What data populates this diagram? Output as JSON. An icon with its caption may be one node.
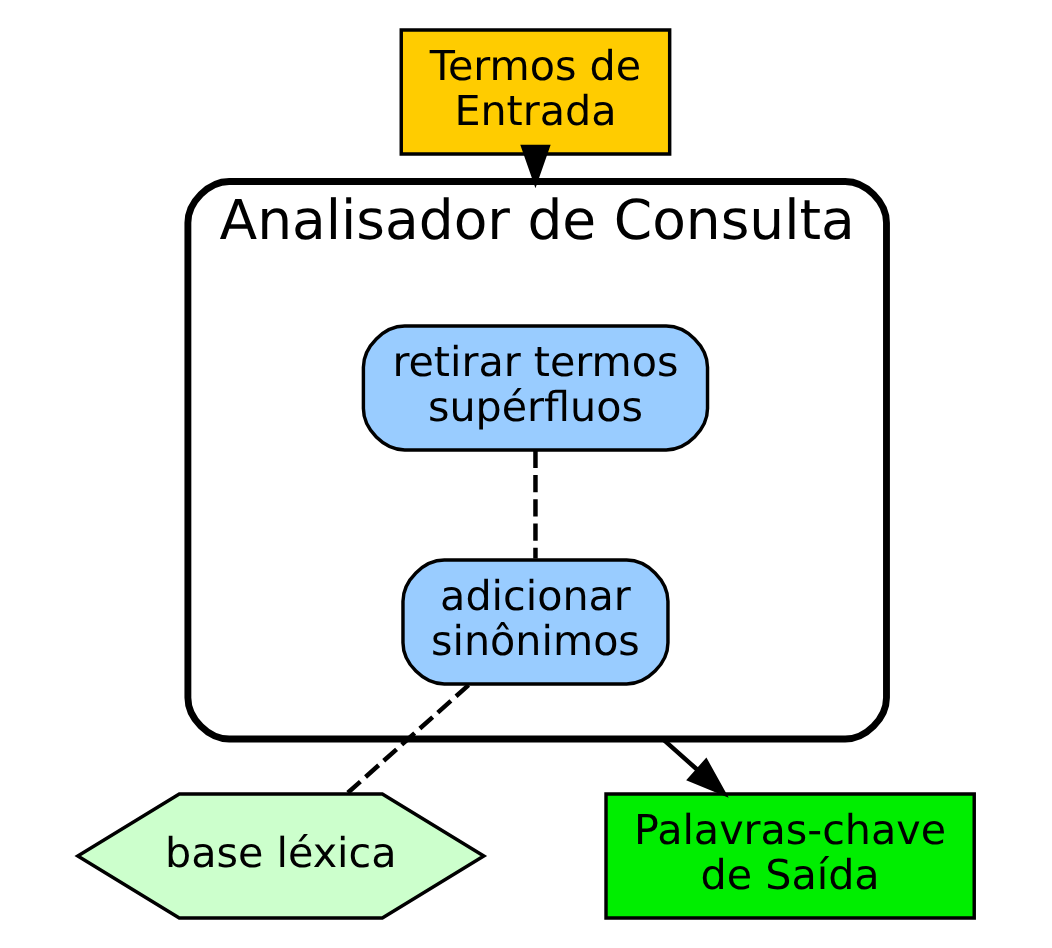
{
  "diagram": {
    "nodes": [
      {
        "text": [
          "Termos de Entrada"
        ]
      },
      {
        "text": [
          "Analisador de Consulta"
        ]
      },
      {
        "text": [
          "retirar termos supérfluos"
        ],
        "in": 1
      },
      {
        "text": [
          "adicionar sinônimos"
        ],
        "in": 1
      },
      {
        "text": [
          "base léxica"
        ]
      },
      {
        "text": [
          "Palavras-chave de Saída"
        ]
      }
    ],
    "edges": [
      {
        "from": 0,
        "to": 1,
        "arrow": "to"
      },
      {
        "from": 2,
        "to": 3,
        "arrow": "none",
        "style": "dashed"
      },
      {
        "from": 3,
        "to": 4,
        "arrow": "none",
        "style": "dashed"
      },
      {
        "from": 1,
        "to": 5,
        "arrow": "to"
      }
    ]
  }
}
